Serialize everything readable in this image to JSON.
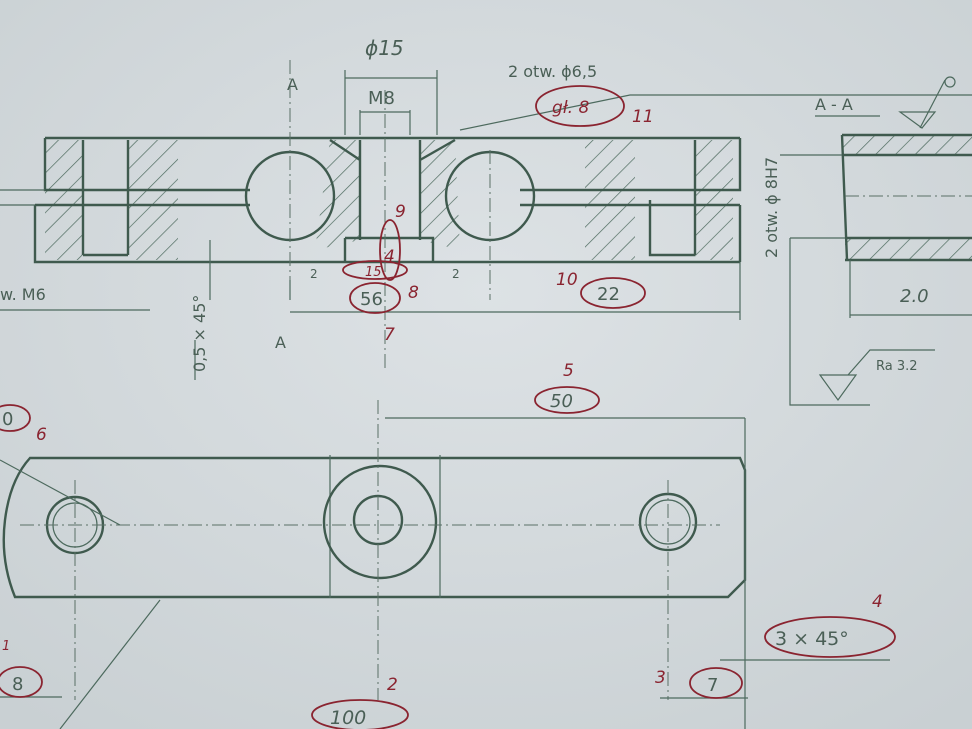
{
  "drawing": {
    "top_view": {
      "section_marks": [
        "A",
        "A"
      ],
      "dim_phi15": "ϕ15",
      "dim_m8": "M8",
      "dim_holes": "2 otw. ϕ6,5",
      "depth_note": "gł. 8",
      "depth_note_index": "11",
      "thread_left": "w. M6",
      "chamfer_small": "0,5 × 45°",
      "marks": {
        "n9": "9",
        "n4": "4",
        "n15": "15",
        "n56": "56",
        "n8": "8",
        "n7": "7",
        "n10": "10",
        "n22": "22",
        "n2a": "2",
        "n2b": "2"
      }
    },
    "section_view": {
      "title": "A - A",
      "dim_holes": "2 otw. ϕ 8H7",
      "dim_width": "2.0",
      "roughness": "Ra 3.2"
    },
    "plan_view": {
      "marks": {
        "n5": "5",
        "n50": "50",
        "n0": "0",
        "n6": "6",
        "n1": "1",
        "n8": "8",
        "n2": "2",
        "n100": "100",
        "n3": "3",
        "n7": "7",
        "n4": "4"
      },
      "chamfer": "3 × 45°"
    }
  }
}
